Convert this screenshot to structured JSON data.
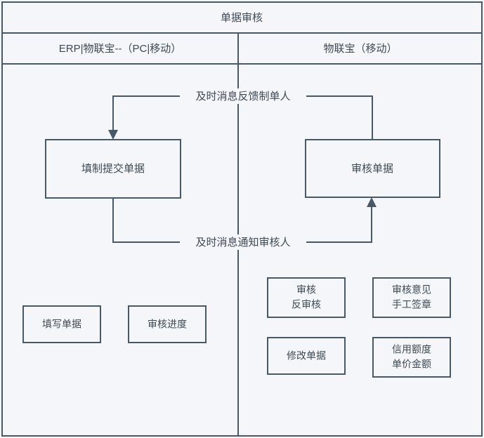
{
  "diagram": {
    "title": "单据审核",
    "lanes": [
      {
        "id": "lane-left",
        "label": "ERP|物联宝--（PC|移动）"
      },
      {
        "id": "lane-right",
        "label": "物联宝（移动）"
      }
    ],
    "process_nodes": [
      {
        "id": "node-fill-submit",
        "label": "填制提交单据"
      },
      {
        "id": "node-review",
        "label": "审核单据"
      }
    ],
    "edge_labels": [
      {
        "id": "edge-feedback",
        "label": "及时消息反馈制单人"
      },
      {
        "id": "edge-notify",
        "label": "及时消息通知审核人"
      }
    ],
    "left_feature_boxes": [
      {
        "id": "box-fill-doc",
        "lines": [
          "填写单据"
        ]
      },
      {
        "id": "box-review-status",
        "lines": [
          "审核进度"
        ]
      }
    ],
    "right_feature_boxes": [
      {
        "id": "box-review-unreview",
        "lines": [
          "审核",
          "反审核"
        ]
      },
      {
        "id": "box-opinion-sign",
        "lines": [
          "审核意见",
          "手工签章"
        ]
      },
      {
        "id": "box-modify-doc",
        "lines": [
          "修改单据"
        ]
      },
      {
        "id": "box-credit-price",
        "lines": [
          "信用额度",
          "单价金额"
        ]
      }
    ],
    "colors": {
      "stroke": "#46596b",
      "background": "#f4f6f9",
      "text": "#3d4a57"
    }
  }
}
